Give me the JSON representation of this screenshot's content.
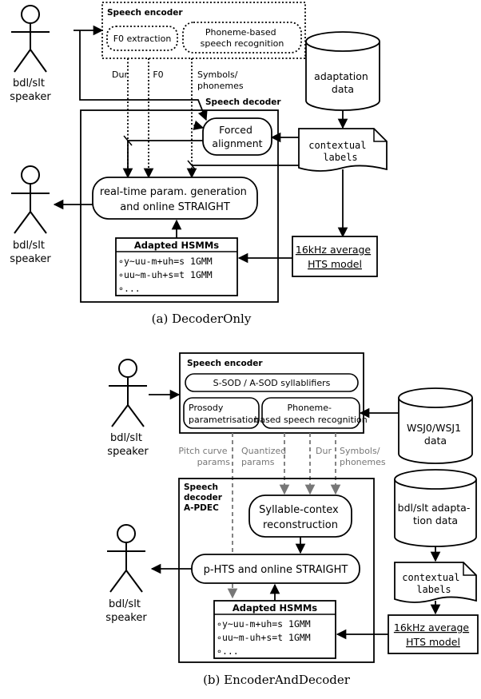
{
  "diagram_a": {
    "caption": "(a) DecoderOnly",
    "speaker_top": [
      "bdl/slt",
      "speaker"
    ],
    "speaker_left": [
      "bdl/slt",
      "speaker"
    ],
    "encoder_title": "Speech encoder",
    "f0_extraction": "F0 extraction",
    "phoneme_recog": [
      "Phoneme-based",
      "speech recognition"
    ],
    "lbl_dur": "Dur",
    "lbl_f0": "F0",
    "lbl_symbols": [
      "Symbols/",
      "phonemes"
    ],
    "adaptation_data": [
      "adaptation",
      "data"
    ],
    "decoder_title": "Speech decoder",
    "forced_alignment": [
      "Forced",
      "alignment"
    ],
    "contextual_labels": [
      "contextual",
      "labels"
    ],
    "generation": [
      "real-time param. generation",
      "and online STRAIGHT"
    ],
    "hsmm_title": "Adapted  HSMMs",
    "hsmm_rows": [
      "y~uu-m+uh=s  1GMM",
      "uu~m-uh+s=t  1GMM",
      "..."
    ],
    "hts_model": [
      "16kHz average",
      "HTS model"
    ]
  },
  "diagram_b": {
    "caption": "(b) EncoderAndDecoder",
    "speaker_in": [
      "bdl/slt",
      "speaker"
    ],
    "speaker_out": [
      "bdl/slt",
      "speaker"
    ],
    "encoder_title": "Speech encoder",
    "syllablifiers": "S-SOD / A-SOD syllablifiers",
    "prosody": [
      "Prosody",
      "parametrisation"
    ],
    "phoneme_recog": [
      "Phoneme-",
      "based speech recognition"
    ],
    "wsj_data": [
      "WSJ0/WSJ1",
      "data"
    ],
    "lbl_pitch": [
      "Pitch curve",
      "params"
    ],
    "lbl_quantized": [
      "Quantized",
      "params"
    ],
    "lbl_dur": "Dur",
    "lbl_symbols": [
      "Symbols/",
      "phonemes"
    ],
    "decoder_title": [
      "Speech",
      "decoder",
      "A-PDEC"
    ],
    "syllable_context": [
      "Syllable-contex",
      "reconstruction"
    ],
    "adaptation_data": [
      "bdl/slt adapta-",
      "tion data"
    ],
    "contextual_labels": [
      "contextual",
      "labels"
    ],
    "phts": "p-HTS and online STRAIGHT",
    "hsmm_title": "Adapted  HSMMs",
    "hsmm_rows": [
      "y~uu-m+uh=s  1GMM",
      "uu~m-uh+s=t  1GMM",
      "..."
    ],
    "hts_model": [
      "16kHz average",
      "HTS model"
    ]
  }
}
